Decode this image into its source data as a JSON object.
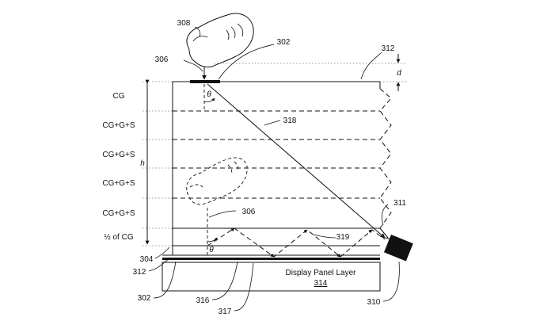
{
  "layers": {
    "cg": "CG",
    "cgs1": "CG+G+S",
    "cgs2": "CG+G+S",
    "cgs3": "CG+G+S",
    "cgs4": "CG+G+S",
    "half_cg": "½ of CG"
  },
  "display_panel": {
    "label": "Display Panel Layer",
    "number": "314"
  },
  "symbols": {
    "h": "h",
    "d": "d",
    "theta_top": "θ",
    "theta_bottom": "θ"
  },
  "refs": {
    "r308": "308",
    "r302_top": "302",
    "r306_top": "306",
    "r312_top": "312",
    "r318": "318",
    "r306_mid": "306",
    "r311": "311",
    "r319": "319",
    "r304": "304",
    "r312_left": "312",
    "r302_bottom": "302",
    "r316": "316",
    "r317": "317",
    "r310": "310"
  }
}
